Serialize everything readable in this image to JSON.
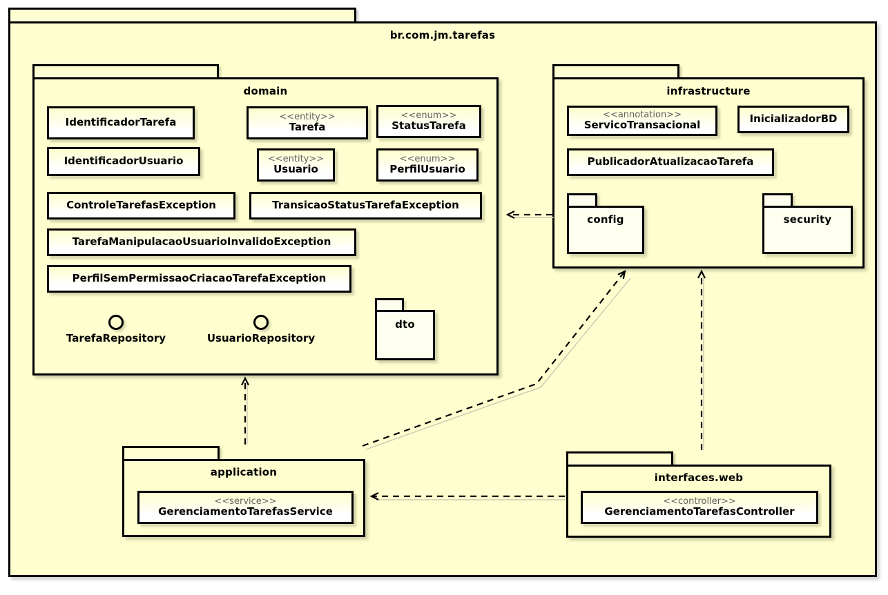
{
  "diagram": {
    "type": "uml-package-diagram",
    "background": "#ffffff",
    "package_fill": "#fefece",
    "class_fill_top": "#fefece",
    "class_fill_bottom": "#ffffff",
    "line_color": "#000000",
    "stereotype_color": "#606060"
  },
  "root_package": {
    "name": "br.com.jm.tarefas"
  },
  "packages": {
    "domain": {
      "name": "domain",
      "classes": [
        {
          "stereotype": "",
          "name": "IdentificadorTarefa"
        },
        {
          "stereotype": "",
          "name": "IdentificadorUsuario"
        },
        {
          "stereotype": "",
          "name": "ControleTarefasException"
        },
        {
          "stereotype": "",
          "name": "TarefaManipulacaoUsuarioInvalidoException"
        },
        {
          "stereotype": "",
          "name": "PerfilSemPermissaoCriacaoTarefaException"
        },
        {
          "stereotype": "<<entity>>",
          "name": "Tarefa"
        },
        {
          "stereotype": "<<entity>>",
          "name": "Usuario"
        },
        {
          "stereotype": "<<enum>>",
          "name": "StatusTarefa"
        },
        {
          "stereotype": "<<enum>>",
          "name": "PerfilUsuario"
        },
        {
          "stereotype": "",
          "name": "TransicaoStatusTarefaException"
        }
      ],
      "interfaces": [
        {
          "name": "TarefaRepository"
        },
        {
          "name": "UsuarioRepository"
        }
      ],
      "subpackages": [
        {
          "name": "dto"
        }
      ]
    },
    "infrastructure": {
      "name": "infrastructure",
      "classes": [
        {
          "stereotype": "<<annotation>>",
          "name": "ServicoTransacional"
        },
        {
          "stereotype": "",
          "name": "InicializadorBD"
        },
        {
          "stereotype": "",
          "name": "PublicadorAtualizacaoTarefa"
        }
      ],
      "subpackages": [
        {
          "name": "config"
        },
        {
          "name": "security"
        }
      ]
    },
    "application": {
      "name": "application",
      "classes": [
        {
          "stereotype": "<<service>>",
          "name": "GerenciamentoTarefasService"
        }
      ]
    },
    "interfaces_web": {
      "name": "interfaces.web",
      "classes": [
        {
          "stereotype": "<<controller>>",
          "name": "GerenciamentoTarefasController"
        }
      ]
    }
  },
  "dependencies": [
    {
      "from": "infrastructure",
      "to": "domain",
      "style": "dashed-open-arrow"
    },
    {
      "from": "application",
      "to": "domain",
      "style": "dashed-open-arrow"
    },
    {
      "from": "interfaces.web",
      "to": "infrastructure",
      "style": "dashed-open-arrow"
    },
    {
      "from": "application",
      "to": "infrastructure",
      "style": "dashed-open-arrow"
    },
    {
      "from": "interfaces.web",
      "to": "application",
      "style": "dashed-open-arrow"
    }
  ]
}
